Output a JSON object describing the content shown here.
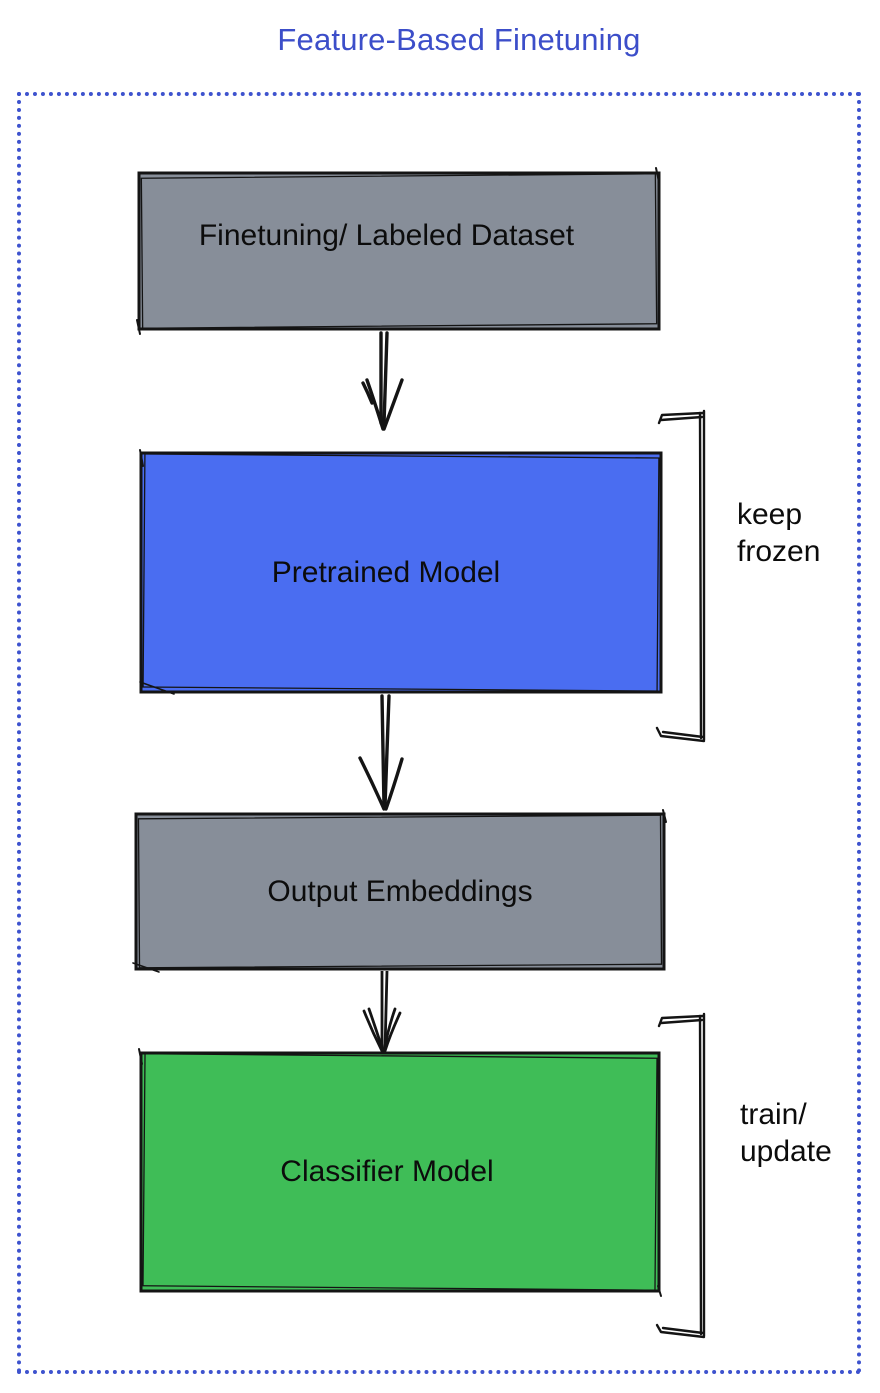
{
  "title": "Feature-Based Finetuning",
  "colors": {
    "title_blue": "#3C4EC9",
    "border_blue": "#3E53CE",
    "gray_fill": "#878E99",
    "blue_fill": "#4A6DF1",
    "green_fill": "#3FBD57",
    "ink": "#141414"
  },
  "diagram": {
    "nodes": [
      {
        "id": "dataset",
        "label": "Finetuning/ Labeled Dataset",
        "fill": "gray"
      },
      {
        "id": "pretrained",
        "label": "Pretrained Model",
        "fill": "blue"
      },
      {
        "id": "embeddings",
        "label": "Output Embeddings",
        "fill": "gray"
      },
      {
        "id": "classifier",
        "label": "Classifier Model",
        "fill": "green"
      }
    ],
    "edges": [
      {
        "from": "dataset",
        "to": "pretrained"
      },
      {
        "from": "pretrained",
        "to": "embeddings"
      },
      {
        "from": "embeddings",
        "to": "classifier"
      }
    ],
    "annotations": [
      {
        "target": "pretrained",
        "line1": "keep",
        "line2": "frozen"
      },
      {
        "target": "classifier",
        "line1": "train/",
        "line2": "update"
      }
    ]
  }
}
